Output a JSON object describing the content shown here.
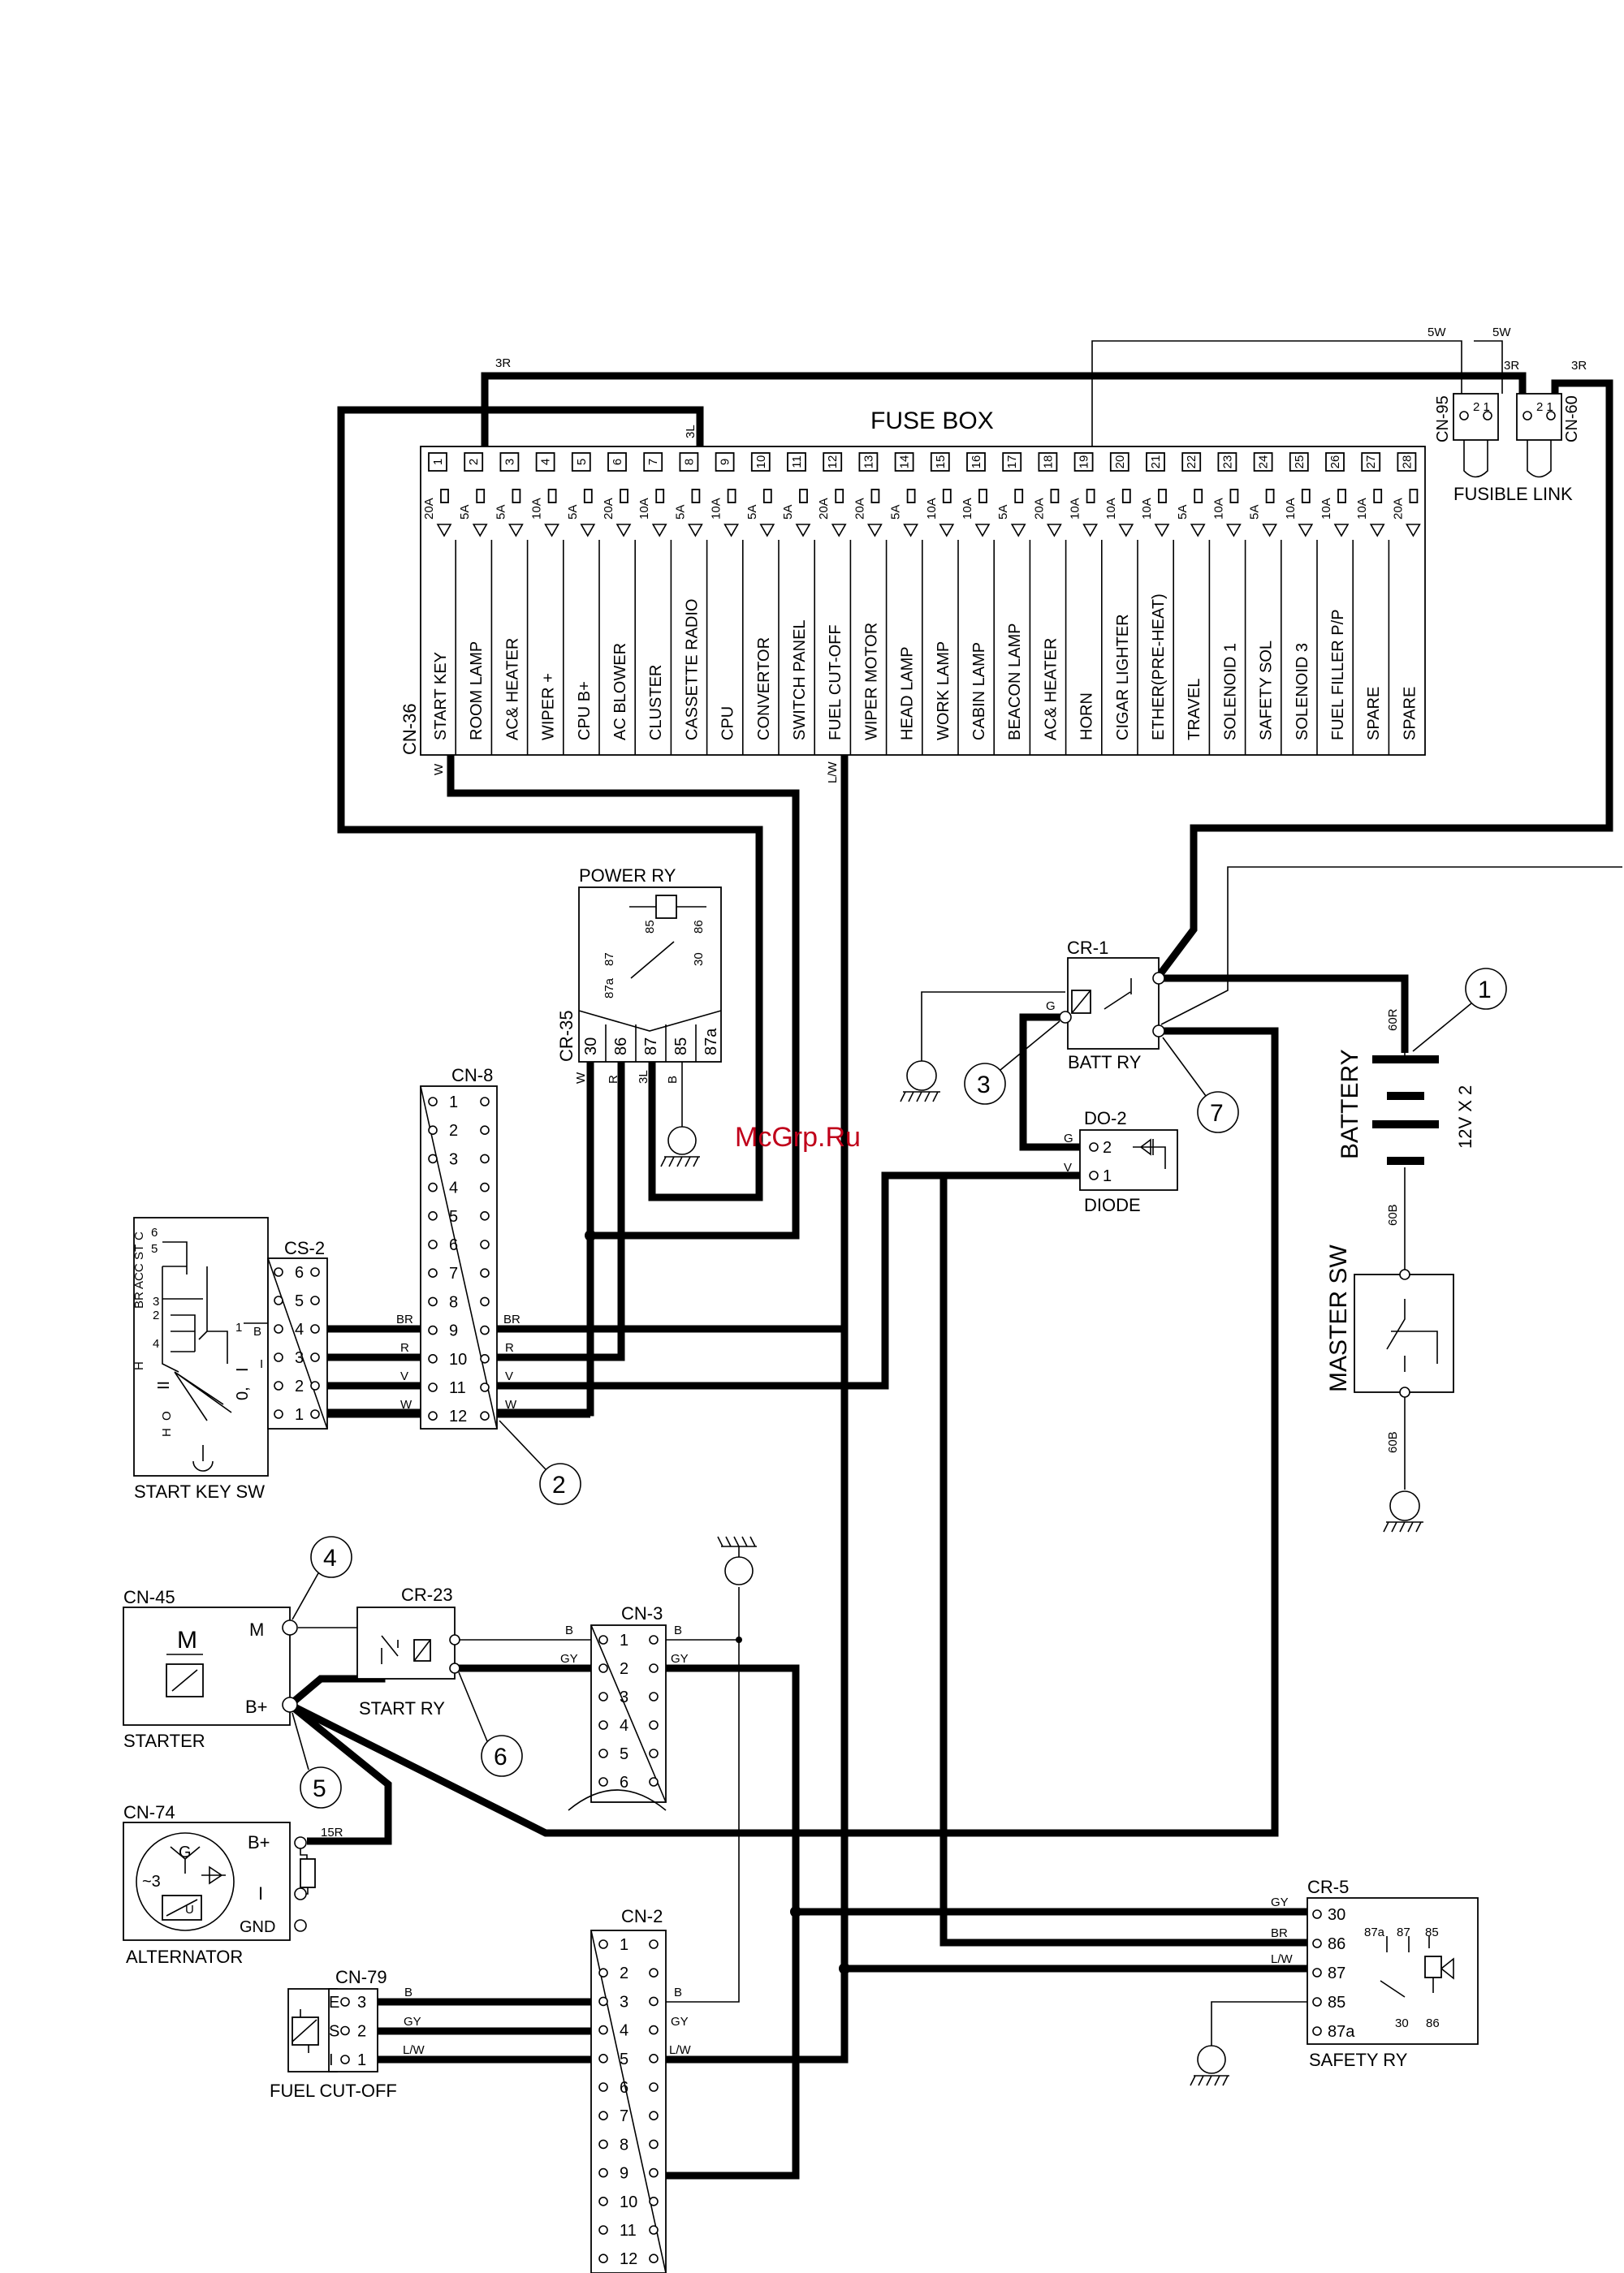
{
  "fuse_box": {
    "title": "FUSE BOX",
    "connector_label": "CN-36",
    "fuses": [
      {
        "no": "1",
        "rating": "20A",
        "circuit": "START KEY"
      },
      {
        "no": "2",
        "rating": "5A",
        "circuit": "ROOM LAMP"
      },
      {
        "no": "3",
        "rating": "5A",
        "circuit": "AC& HEATER"
      },
      {
        "no": "4",
        "rating": "10A",
        "circuit": "WIPER +"
      },
      {
        "no": "5",
        "rating": "5A",
        "circuit": "CPU B+"
      },
      {
        "no": "6",
        "rating": "20A",
        "circuit": "AC BLOWER"
      },
      {
        "no": "7",
        "rating": "10A",
        "circuit": "CLUSTER"
      },
      {
        "no": "8",
        "rating": "5A",
        "circuit": "CASSETTE RADIO"
      },
      {
        "no": "9",
        "rating": "10A",
        "circuit": "CPU"
      },
      {
        "no": "10",
        "rating": "5A",
        "circuit": "CONVERTOR"
      },
      {
        "no": "11",
        "rating": "5A",
        "circuit": "SWITCH PANEL"
      },
      {
        "no": "12",
        "rating": "20A",
        "circuit": "FUEL CUT-OFF"
      },
      {
        "no": "13",
        "rating": "20A",
        "circuit": "WIPER MOTOR"
      },
      {
        "no": "14",
        "rating": "5A",
        "circuit": "HEAD LAMP"
      },
      {
        "no": "15",
        "rating": "10A",
        "circuit": "WORK LAMP"
      },
      {
        "no": "16",
        "rating": "10A",
        "circuit": "CABIN LAMP"
      },
      {
        "no": "17",
        "rating": "5A",
        "circuit": "BEACON LAMP"
      },
      {
        "no": "18",
        "rating": "20A",
        "circuit": "AC& HEATER"
      },
      {
        "no": "19",
        "rating": "10A",
        "circuit": "HORN"
      },
      {
        "no": "20",
        "rating": "10A",
        "circuit": "CIGAR LIGHTER"
      },
      {
        "no": "21",
        "rating": "10A",
        "circuit": "ETHER(PRE-HEAT)"
      },
      {
        "no": "22",
        "rating": "5A",
        "circuit": "TRAVEL"
      },
      {
        "no": "23",
        "rating": "10A",
        "circuit": "SOLENOID 1"
      },
      {
        "no": "24",
        "rating": "5A",
        "circuit": "SAFETY SOL"
      },
      {
        "no": "25",
        "rating": "10A",
        "circuit": "SOLENOID 3"
      },
      {
        "no": "26",
        "rating": "10A",
        "circuit": "FUEL FILLER P/P"
      },
      {
        "no": "27",
        "rating": "10A",
        "circuit": "SPARE"
      },
      {
        "no": "28",
        "rating": "20A",
        "circuit": "SPARE"
      }
    ]
  },
  "fusible_link": {
    "label": "FUSIBLE LINK",
    "cn95": "CN-95",
    "cn60": "CN-60"
  },
  "wire_codes": {
    "r3": "3R",
    "w5": "5W",
    "l3": "3L",
    "w": "W",
    "lw": "L/W",
    "r60": "60R",
    "b60": "60B",
    "br": "BR",
    "r": "R",
    "v": "V",
    "b": "B",
    "gy": "GY",
    "g": "G",
    "r15": "15R"
  },
  "power_ry": {
    "title": "POWER RY",
    "connector": "CR-35",
    "pins": [
      "30",
      "86",
      "87",
      "85",
      "87a"
    ],
    "inner": [
      "85",
      "86",
      "87",
      "30",
      "87a"
    ]
  },
  "cr1": {
    "title": "CR-1",
    "caption": "BATT RY"
  },
  "battery": {
    "label": "BATTERY",
    "spec": "12V X 2"
  },
  "master_sw": {
    "label": "MASTER SW"
  },
  "do2": {
    "title": "DO-2",
    "caption": "DIODE",
    "pins": [
      "2",
      "1"
    ]
  },
  "cn8": {
    "title": "CN-8",
    "pins": [
      "1",
      "2",
      "3",
      "4",
      "5",
      "6",
      "7",
      "8",
      "9",
      "10",
      "11",
      "12"
    ]
  },
  "cs2": {
    "title": "CS-2",
    "pins": [
      "6",
      "5",
      "4",
      "3",
      "2",
      "1"
    ]
  },
  "start_key": {
    "caption": "START KEY SW",
    "marks": [
      "ST",
      "C",
      "6",
      "5",
      "BR",
      "ACC",
      "3",
      "2",
      "H",
      "4",
      "1",
      "B",
      "I",
      "II",
      "H",
      "O",
      "0,",
      "I"
    ]
  },
  "starter": {
    "title": "CN-45",
    "caption": "STARTER",
    "m_label": "M",
    "m_term": "M",
    "b_term": "B+"
  },
  "cr23": {
    "title": "CR-23",
    "caption": "START RY"
  },
  "cn3": {
    "title": "CN-3",
    "pins": [
      "1",
      "2",
      "3",
      "4",
      "5",
      "6"
    ]
  },
  "alternator": {
    "title": "CN-74",
    "caption": "ALTERNATOR",
    "terms": [
      "B+",
      "I",
      "GND"
    ],
    "sym": [
      "G",
      "~3",
      "U"
    ]
  },
  "cn2": {
    "title": "CN-2",
    "pins": [
      "1",
      "2",
      "3",
      "4",
      "5",
      "6",
      "7",
      "8",
      "9",
      "10",
      "11",
      "12"
    ]
  },
  "cn79": {
    "title": "CN-79",
    "caption": "FUEL CUT-OFF",
    "pins": [
      "3",
      "2",
      "1"
    ],
    "letters": [
      "E",
      "S",
      "I"
    ]
  },
  "cr5": {
    "title": "CR-5",
    "caption": "SAFETY RY",
    "pins": [
      "30",
      "86",
      "87",
      "85",
      "87a"
    ],
    "inner": [
      "87a",
      "87",
      "85",
      "30",
      "86"
    ]
  },
  "callouts": [
    "1",
    "2",
    "3",
    "4",
    "5",
    "6",
    "7"
  ],
  "watermark": "McGrp.Ru"
}
